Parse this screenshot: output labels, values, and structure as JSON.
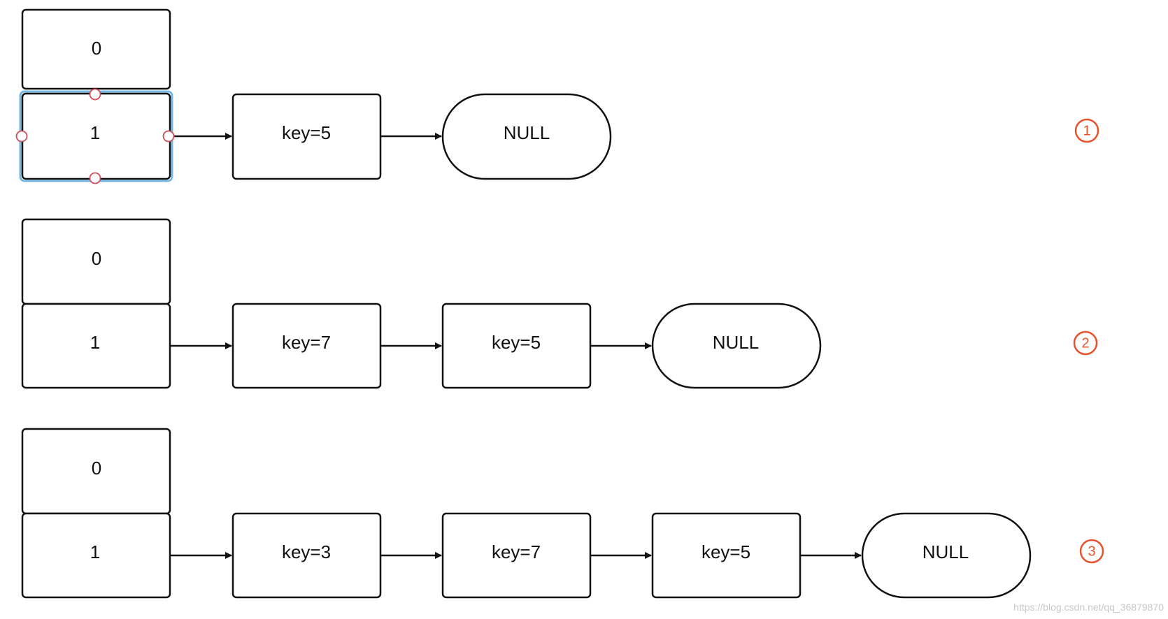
{
  "colors": {
    "stroke": "#111111",
    "marker": "#e8532e",
    "selection": "#4a9fd5",
    "handle": "#d0505a",
    "watermark": "#c8c8c8"
  },
  "diagrams": [
    {
      "step": "1",
      "buckets": [
        "0",
        "1"
      ],
      "nodes": [
        "key=5"
      ],
      "terminal": "NULL",
      "selected_bucket": "1"
    },
    {
      "step": "2",
      "buckets": [
        "0",
        "1"
      ],
      "nodes": [
        "key=7",
        "key=5"
      ],
      "terminal": "NULL"
    },
    {
      "step": "3",
      "buckets": [
        "0",
        "1"
      ],
      "nodes": [
        "key=3",
        "key=7",
        "key=5"
      ],
      "terminal": "NULL"
    }
  ],
  "watermark": "https://blog.csdn.net/qq_36879870"
}
